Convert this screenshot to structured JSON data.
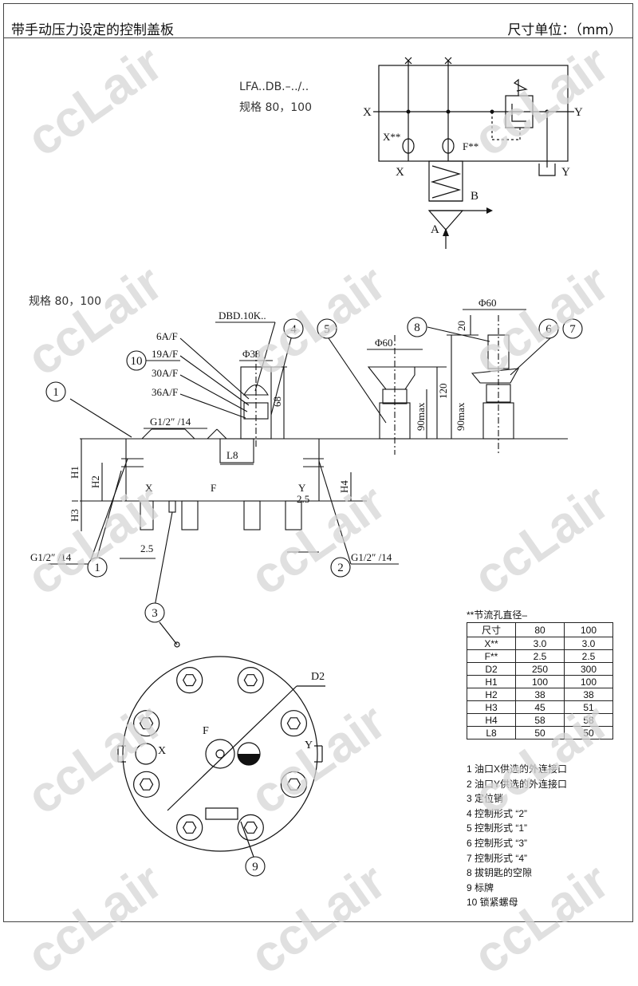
{
  "header": {
    "title": "带手动压力设定的控制盖板",
    "units": "尺寸单位：（mm）"
  },
  "notes": {
    "model_code": "LFA..DB.–../..",
    "size_top": "规格 80，100",
    "size_left": "规格 80，100"
  },
  "schematic": {
    "port_x": "X",
    "port_y": "Y",
    "port_x_orifice": "X**",
    "port_f_orifice": "F**",
    "port_x_bottom": "X",
    "port_y_tank": "Y",
    "port_a": "A",
    "port_b": "B"
  },
  "drawing": {
    "dbd_code": "DBD.10K..",
    "variant_labels": [
      "6A/F",
      "19A/F",
      "30A/F",
      "36A/F"
    ],
    "thread_top": "G1/2″ /14",
    "thread_left": "G1/2″ /14",
    "thread_right": "G1/2″ /14",
    "dia_38": "Φ38",
    "dia_60_a": "Φ60",
    "dia_60_b": "Φ60",
    "dim_68": "68",
    "dim_120": "120",
    "dim_90max_a": "90max",
    "dim_90max_b": "90max",
    "dim_20": "20",
    "dim_25_left": "2.5",
    "dim_25_right": "2.5",
    "l8": "L8",
    "h1": "H1",
    "h2": "H2",
    "h3": "H3",
    "h4": "H4",
    "d2": "D2",
    "port_x_section": "X",
    "port_y_section": "Y",
    "port_f_section": "F",
    "port_x_plan": "X",
    "port_y_plan": "Y",
    "port_f_plan": "F"
  },
  "callouts": [
    "1",
    "1",
    "2",
    "3",
    "4",
    "5",
    "6",
    "7",
    "8",
    "9",
    "10"
  ],
  "dimension_table": {
    "caption": "**节流孔直径–",
    "header": [
      "尺寸",
      "80",
      "100"
    ],
    "rows": [
      [
        "X**",
        "3.0",
        "3.0"
      ],
      [
        "F**",
        "2.5",
        "2.5"
      ],
      [
        "D2",
        "250",
        "300"
      ],
      [
        "H1",
        "100",
        "100"
      ],
      [
        "H2",
        "38",
        "38"
      ],
      [
        "H3",
        "45",
        "51"
      ],
      [
        "H4",
        "58",
        "58"
      ],
      [
        "L8",
        "50",
        "50"
      ]
    ]
  },
  "legend": [
    "1 油口X供选的外连接口",
    "2 油口Y供选的外连接口",
    "3 定位销",
    "4 控制形式 “2”",
    "5 控制形式 “1”",
    "6 控制形式 “3”",
    "7 控制形式 “4”",
    "8 拔钥匙的空隙",
    "9 标牌",
    "10 锁紧螺母"
  ],
  "watermark": "ccLair",
  "colors": {
    "line": "#111111",
    "watermark": "#d6d6d6"
  }
}
